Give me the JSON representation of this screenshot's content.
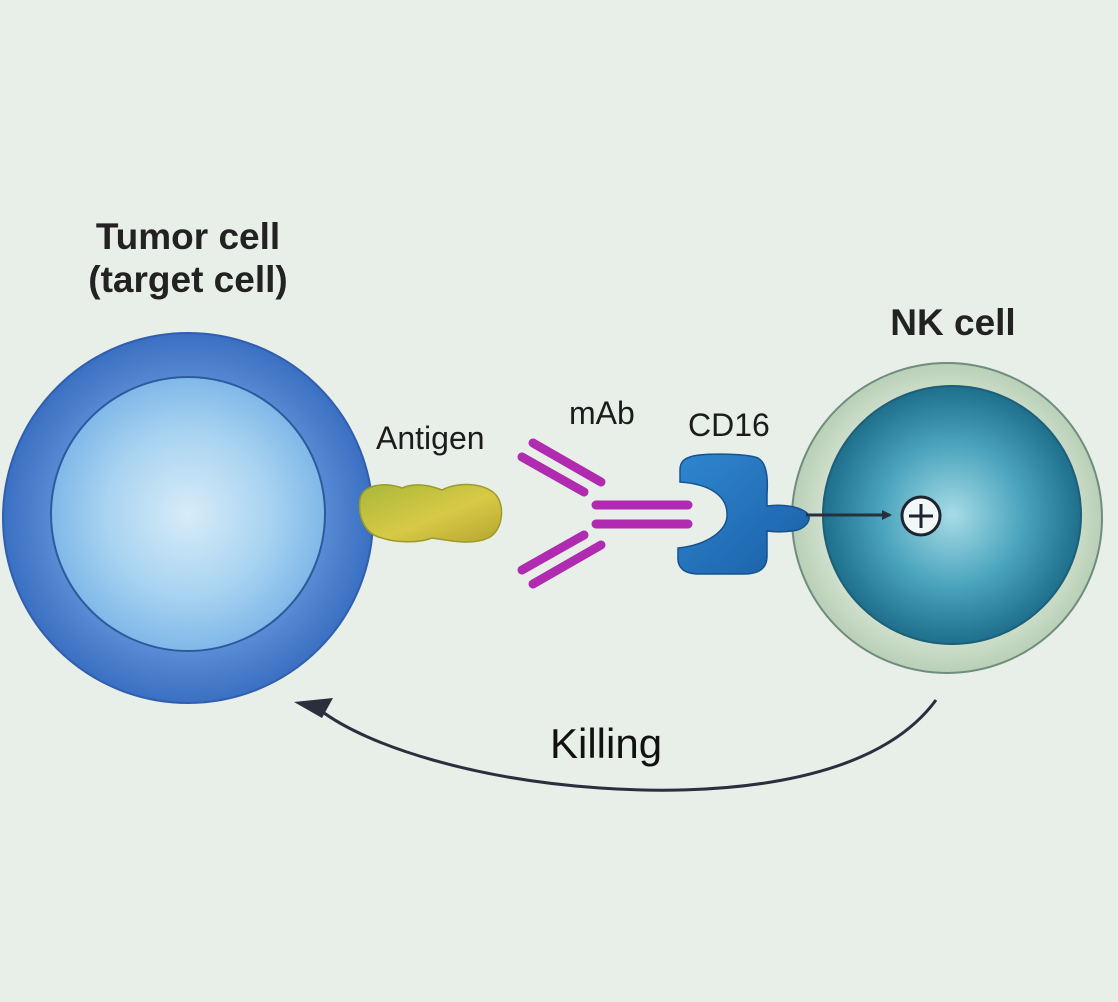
{
  "labels": {
    "tumor_line1": "Tumor cell",
    "tumor_line2": "(target cell)",
    "nk": "NK cell",
    "antigen": "Antigen",
    "mab": "mAb",
    "cd16": "CD16",
    "killing": "Killing"
  },
  "colors": {
    "background": "#e8efe9",
    "tumor_outer": "#3f76c9",
    "tumor_inner": "#bfe0f5",
    "nk_outer": "#c9dcc8",
    "nk_inner": "#27819a",
    "antigen": "#c9c23a",
    "antibody": "#b12bb0",
    "cd16": "#1f70b8",
    "arrow": "#2a2f3d"
  },
  "icons": {
    "activation_symbol": "circled-plus-icon",
    "killing_arrow": "curved-arrow-icon",
    "signal_arrow": "arrow-right-icon"
  }
}
